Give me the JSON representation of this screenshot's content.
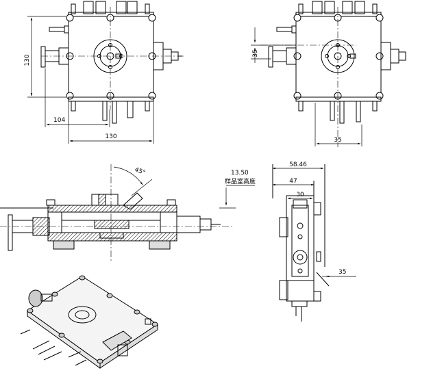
{
  "dimensions": {
    "top_left_height": "130",
    "top_left_offset": "104",
    "top_left_width": "130",
    "top_right_offset": "35",
    "top_right_bottom": "35",
    "section_angle": "45°",
    "section_height": "13.50",
    "section_note": "样品室高度",
    "side_width_1": "58.46",
    "side_width_2": "47",
    "side_width_3": "30",
    "side_offset": "35"
  },
  "colors": {
    "line": "#000000",
    "hatch": "#000000",
    "background": "#ffffff"
  }
}
